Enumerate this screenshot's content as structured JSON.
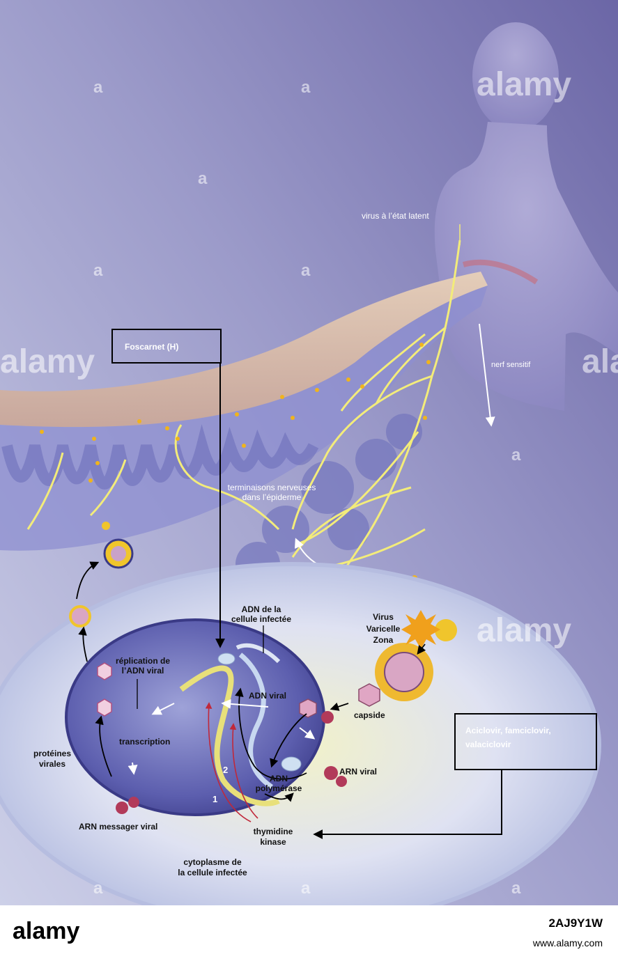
{
  "boxes": {
    "foscarnet": "Foscarnet (H)",
    "aciclovir": "Aciclovir, famciclovir, valaciclovir"
  },
  "labels": {
    "latent_virus": "virus à l’état latent",
    "sensory_nerve": "nerf sensitif",
    "nerve_endings_1": "terminaisons nerveuses",
    "nerve_endings_2": "dans l’épiderme",
    "host_dna_1": "ADN de la",
    "host_dna_2": "cellule infectée",
    "virus_1": "Virus",
    "virus_2": "Varicelle",
    "virus_3": "Zona",
    "replication_1": "réplication de",
    "replication_2": "l’ADN viral",
    "viral_dna": "ADN viral",
    "capsid": "capside",
    "transcription": "transcription",
    "viral_proteins_1": "protéines",
    "viral_proteins_2": "virales",
    "viral_rna": "ARN viral",
    "dna_polymerase_1": "ADN",
    "dna_polymerase_2": "polymérase",
    "step_2": "2",
    "step_1": "1",
    "viral_mrna": "ARN messager viral",
    "thymidine_kinase_1": "thymidine",
    "thymidine_kinase_2": "kinase",
    "cytoplasm_1": "cytoplasme de",
    "cytoplasm_2": "la cellule infectée"
  },
  "watermark": {
    "text": "alamy",
    "glyph": "a"
  },
  "footer": {
    "brand": "alamy",
    "image_id": "2AJ9Y1W",
    "site": "www.alamy.com"
  },
  "colors": {
    "background_top": "#6f6aa8",
    "background_bottom": "#c9cbe6",
    "nerve": "#f3ec7a",
    "skin": "#e8d2c0",
    "nucleus": "#4a4a9a",
    "cell": "#cfd7f0",
    "virus": "#f0b41c",
    "arrow": "#000000",
    "red_arrow": "#c0283a"
  }
}
